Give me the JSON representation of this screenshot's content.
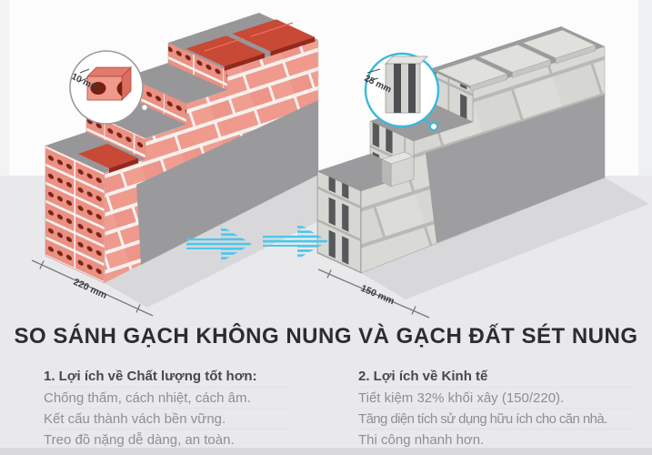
{
  "title": "SO SÁNH GẠCH KHÔNG NUNG VÀ GẠCH ĐẤT SÉT NUNG",
  "diagram": {
    "clay_brick_wall": {
      "callout": "10 mm",
      "dimension": "220 mm"
    },
    "concrete_block_wall": {
      "callout": "25 mm",
      "dimension": "150 mm"
    }
  },
  "benefits": {
    "quality": {
      "heading": "1. Lợi ích về Chất lượng tốt hơn:",
      "items": [
        "Chống thấm, cách nhiệt, cách âm.",
        "Kết cấu thành vách bền vững.",
        "Treo đồ nặng dễ dàng, an toàn."
      ]
    },
    "economy": {
      "heading": "2. Lợi ích về Kinh tế",
      "items": [
        "Tiết kiệm 32% khối xây (150/220).",
        "Tăng diện tích sử dụng hữu ích cho căn nhà.",
        "Thi công nhanh hơn."
      ]
    }
  },
  "colors": {
    "brick": "#ef9a8d",
    "brick_top": "#c84936",
    "plaster": "#9a9a9c",
    "block": "#d9dad6",
    "arrow": "#4cc7ea",
    "callout_ring": "#39b9db",
    "floor": "#e9e9ec"
  }
}
